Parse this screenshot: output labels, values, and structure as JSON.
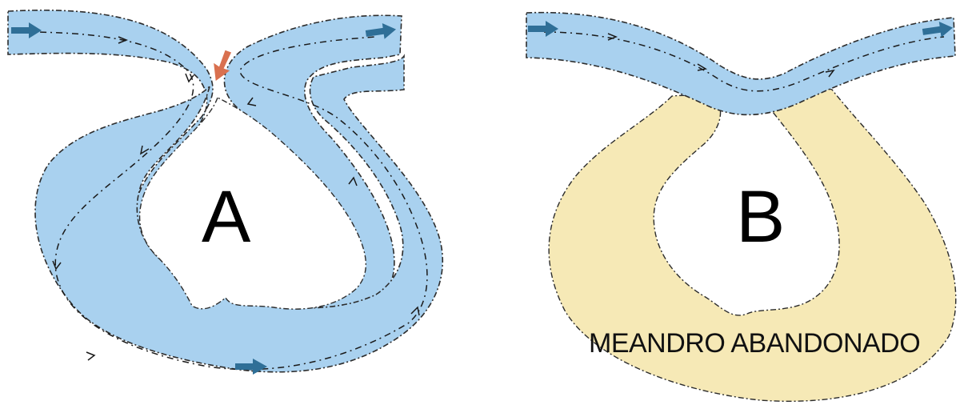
{
  "panels": [
    {
      "id": "A",
      "label": "A"
    },
    {
      "id": "B",
      "label": "B"
    }
  ],
  "annotations": {
    "abandoned_meander": "MEANDRO ABANDONADO"
  },
  "colors": {
    "river": "#a9d1ef",
    "river_edge": "#2c2c2c",
    "flow_arrow": "#2f6f97",
    "cut_arrow": "#d9704f",
    "abandoned_meander": "#f6e9b6",
    "text": "#000000"
  },
  "icons": {
    "flow_direction": "flow-arrow-icon",
    "cutoff_point": "cutoff-arrow-icon"
  }
}
